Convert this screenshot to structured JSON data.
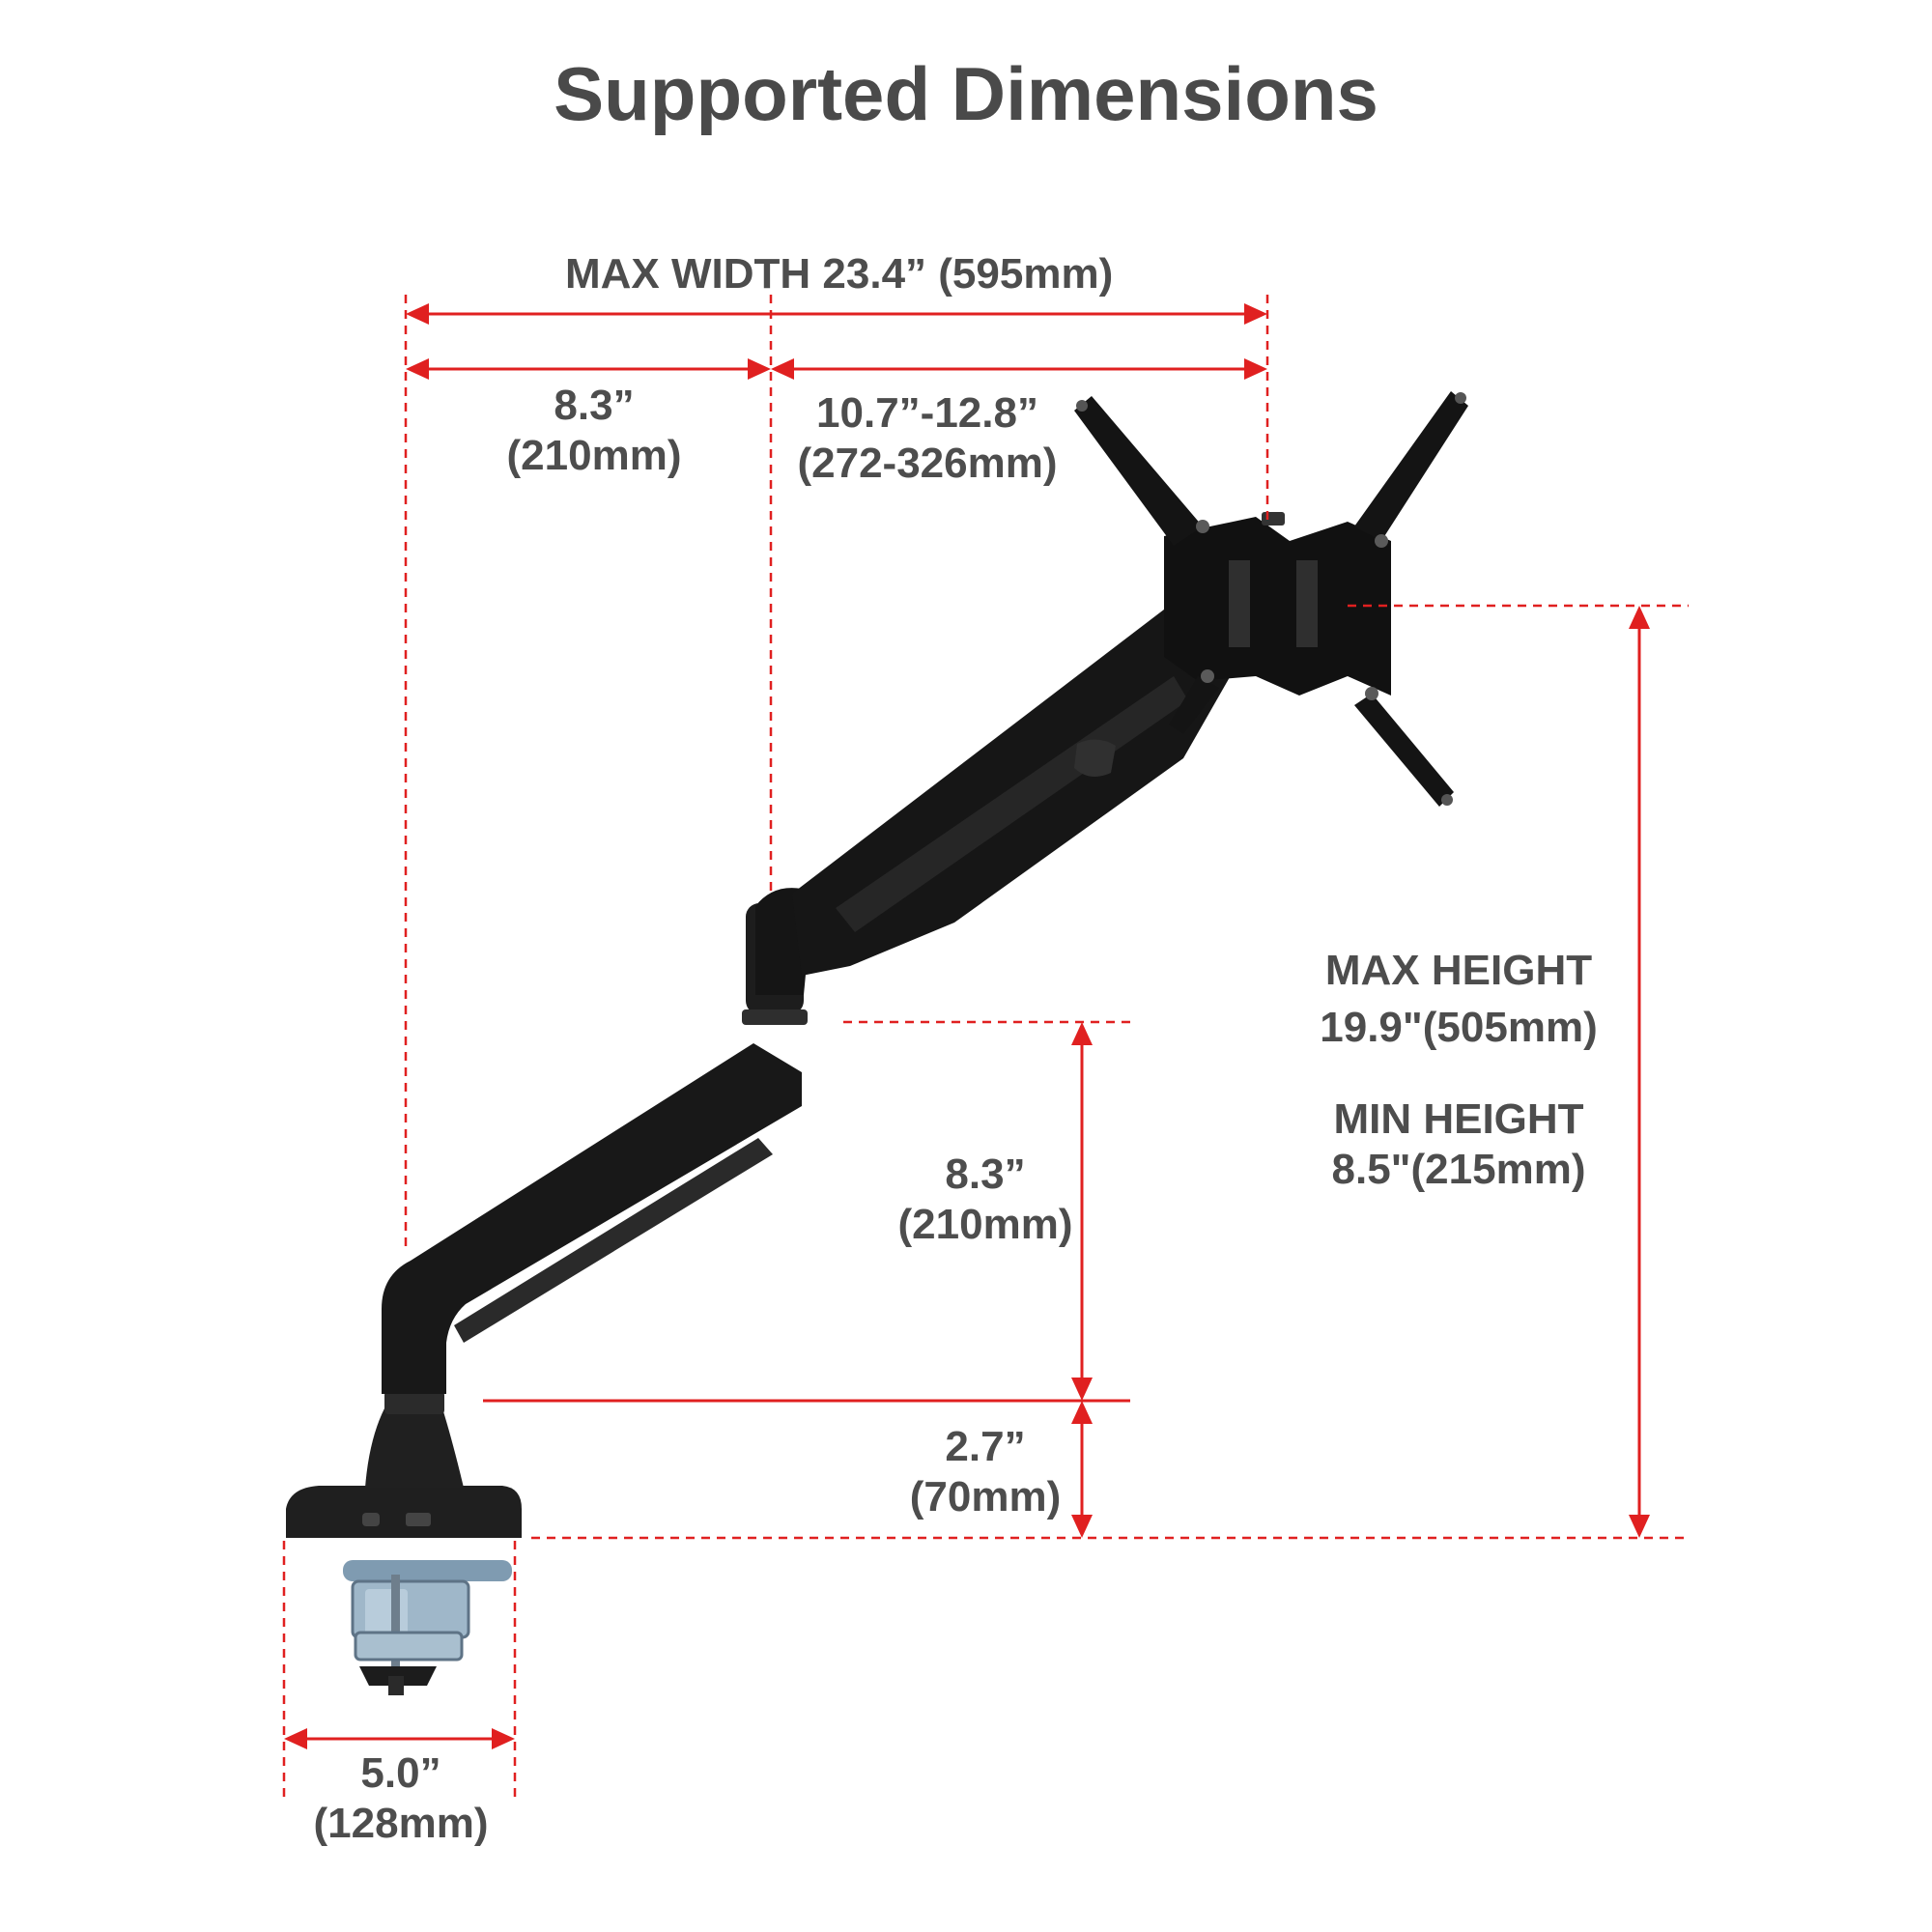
{
  "title": "Supported Dimensions",
  "labels": {
    "max_width": "MAX WIDTH 23.4” (595mm)",
    "arm_segment_1_in": "8.3”",
    "arm_segment_1_mm": "(210mm)",
    "arm_segment_2_in": "10.7”-12.8”",
    "arm_segment_2_mm": "(272-326mm)",
    "max_height_title": "MAX HEIGHT",
    "max_height_value": "19.9\"(505mm)",
    "min_height_title": "MIN HEIGHT",
    "min_height_value": "8.5\"(215mm)",
    "arm_height_in": "8.3”",
    "arm_height_mm": "(210mm)",
    "base_height_in": "2.7”",
    "base_height_mm": "(70mm)",
    "clamp_width_in": "5.0”",
    "clamp_width_mm": "(128mm)"
  },
  "colors": {
    "dimension_lines": "#e02020",
    "text": "#4d4d4d",
    "mount_body": "#1a1a1a",
    "clamp_metal": "#8fa9bd"
  }
}
